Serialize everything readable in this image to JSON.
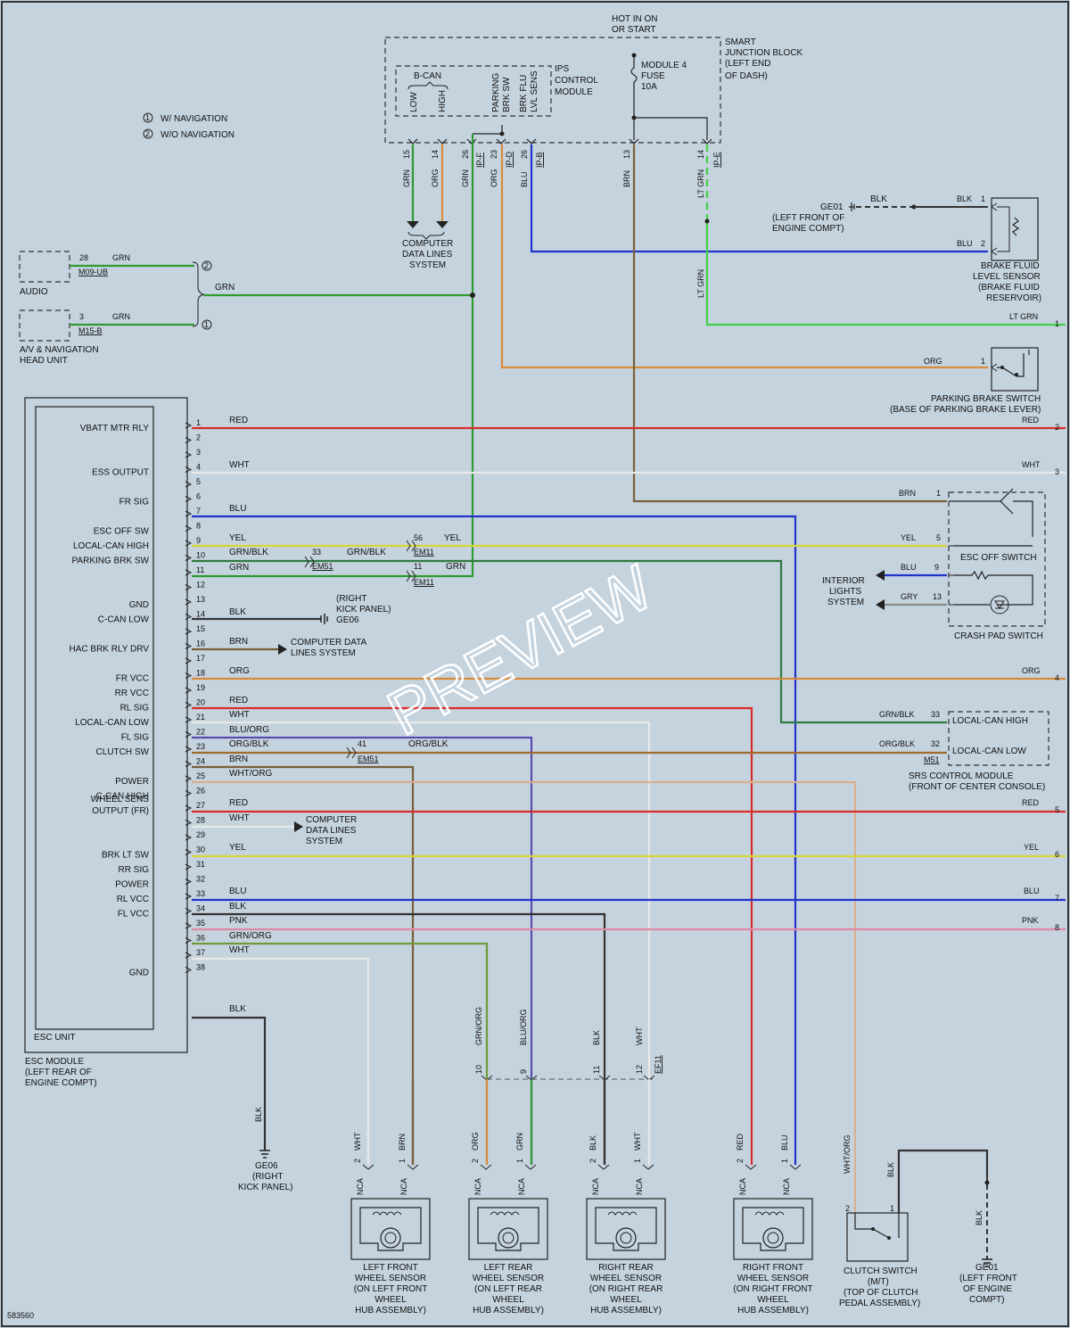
{
  "doc_id": "583560",
  "watermark": "PREVIEW",
  "legend": [
    {
      "num": "1",
      "text": "W/ NAVIGATION"
    },
    {
      "num": "2",
      "text": "W/O NAVIGATION"
    }
  ],
  "colors": {
    "RED": "#d92b2b",
    "WHT": "#e8e8e8",
    "BLU": "#2233cc",
    "YEL": "#d6d63a",
    "GRN": "#2f9a2f",
    "LTGRN": "#44d044",
    "ORG": "#d98a3a",
    "BRN": "#7a5f3a",
    "BLK": "#333333",
    "PNK": "#e089a6",
    "GRY": "#888888",
    "GRNBLK": "#2f7a3f",
    "BLUORG": "#5a4bb0",
    "ORGBLK": "#a06a30",
    "WHTORG": "#d8b090",
    "GRNORG": "#6f9a3a"
  },
  "top": {
    "hot": "HOT IN ON",
    "start": "OR START",
    "sjb": [
      "SMART",
      "JUNCTION BLOCK",
      "(LEFT END",
      "OF DASH)"
    ],
    "module4": [
      "MODULE 4",
      "FUSE",
      "10A"
    ],
    "ips": [
      "IPS",
      "CONTROL",
      "MODULE"
    ],
    "bcan": "B-CAN",
    "low": "LOW",
    "high": "HIGH",
    "parking": [
      "PARKING",
      "BRK SW"
    ],
    "brkflu": [
      "BRK FLU",
      "LVL SENS"
    ],
    "cdls": [
      "COMPUTER",
      "DATA LINES",
      "SYSTEM"
    ]
  },
  "top_wires": [
    {
      "pin": "15",
      "color": "GRN"
    },
    {
      "pin": "14",
      "color": "ORG"
    },
    {
      "pin": "26",
      "color": "GRN"
    },
    {
      "pin": "23",
      "color": "ORG"
    },
    {
      "pin": "26",
      "color": "BLU"
    },
    {
      "pin": "13",
      "color": "BRN"
    },
    {
      "pin": "14",
      "color": "LT GRN"
    }
  ],
  "ip_conn": [
    "IP-F",
    "IP-D",
    "IP-B",
    "IP-E"
  ],
  "ge01_top": [
    "GE01",
    "(LEFT FRONT OF",
    "ENGINE COMPT)"
  ],
  "brake_fluid": [
    "BRAKE FLUID",
    "LEVEL SENSOR",
    "(BRAKE FLUID",
    "RESERVOIR)"
  ],
  "audio": {
    "label": "AUDIO",
    "pin": "28",
    "conn": "M09-UB",
    "color": "GRN",
    "mark": "2"
  },
  "av": {
    "label": [
      "A/V & NAVIGATION",
      "HEAD UNIT"
    ],
    "pin": "3",
    "conn": "M15-B",
    "color": "GRN",
    "mark": "1"
  },
  "grn_bus": "GRN",
  "parking_brake_switch": [
    "PARKING BRAKE SWITCH",
    "(BASE OF PARKING BRAKE LEVER)"
  ],
  "right_wires": [
    {
      "color": "LT GRN",
      "num": "1"
    },
    {
      "color": "RED",
      "num": "2"
    },
    {
      "color": "WHT",
      "num": "3"
    },
    {
      "color": "ORG",
      "num": "4"
    },
    {
      "color": "RED",
      "num": "5"
    },
    {
      "color": "YEL",
      "num": "6"
    },
    {
      "color": "BLU",
      "num": "7"
    },
    {
      "color": "PNK",
      "num": "8"
    }
  ],
  "esc_pins": [
    {
      "pin": "1",
      "label": "VBATT MTR RLY",
      "color": "RED"
    },
    {
      "pin": "4",
      "label": "ESS OUTPUT",
      "color": "WHT"
    },
    {
      "pin": "6",
      "label": "FR SIG",
      "color": "BLU"
    },
    {
      "pin": "8",
      "label": "ESC OFF SW",
      "color": "YEL"
    },
    {
      "pin": "9",
      "label": "LOCAL-CAN HIGH",
      "color": "GRN/BLK"
    },
    {
      "pin": "10",
      "label": "PARKING BRK SW",
      "color": "GRN"
    },
    {
      "pin": "13",
      "label": "GND",
      "color": "BLK"
    },
    {
      "pin": "14",
      "label": "C-CAN LOW",
      "color": "BRN"
    },
    {
      "pin": "16",
      "label": "HAC BRK RLY DRV",
      "color": "ORG"
    },
    {
      "pin": "18",
      "label": "FR VCC",
      "color": "RED"
    },
    {
      "pin": "19",
      "label": "RR VCC",
      "color": "WHT"
    },
    {
      "pin": "20",
      "label": "RL SIG",
      "color": "BLU/ORG"
    },
    {
      "pin": "21",
      "label": "LOCAL-CAN LOW",
      "color": "ORG/BLK"
    },
    {
      "pin": "22",
      "label": "FL SIG",
      "color": "BRN"
    },
    {
      "pin": "23",
      "label": "CLUTCH SW",
      "color": "WHT/ORG"
    },
    {
      "pin": "25",
      "label": "POWER",
      "color": "RED"
    },
    {
      "pin": "26",
      "label": "C-CAN HIGH",
      "color": "WHT"
    },
    {
      "pin": "27",
      "label": "WHEEL SENS OUTPUT (FR)",
      "color": "YEL"
    },
    {
      "pin": "30",
      "label": "BRK LT SW",
      "color": "BLU"
    },
    {
      "pin": "31",
      "label": "RR SIG",
      "color": "BLK"
    },
    {
      "pin": "32",
      "label": "POWER",
      "color": "PNK"
    },
    {
      "pin": "33",
      "label": "RL VCC",
      "color": "GRN/ORG"
    },
    {
      "pin": "34",
      "label": "FL VCC",
      "color": "WHT"
    },
    {
      "pin": "38",
      "label": "GND",
      "color": "BLK"
    }
  ],
  "esc_unit": "ESC UNIT",
  "esc_module": [
    "ESC MODULE",
    "(LEFT REAR OF",
    "ENGINE COMPT)"
  ],
  "em": {
    "em11a": "EM11",
    "em11b": "EM11",
    "em51a": "EM51",
    "em51b": "EM51",
    "p56": "56",
    "p33": "33",
    "p11": "11",
    "p41": "41"
  },
  "right_kick": [
    "(RIGHT",
    "KICK PANEL)",
    "GE06"
  ],
  "cdls_14": [
    "COMPUTER DATA",
    "LINES SYSTEM"
  ],
  "cdls_26": [
    "COMPUTER",
    "DATA LINES",
    "SYSTEM"
  ],
  "esc_off_switch": "ESC OFF SWITCH",
  "interior": [
    "INTERIOR",
    "LIGHTS",
    "SYSTEM"
  ],
  "crash_pad": "CRASH PAD SWITCH",
  "srs": {
    "high": "LOCAL-CAN HIGH",
    "low": "LOCAL-CAN LOW",
    "conn": "M51",
    "name": [
      "SRS CONTROL MODULE",
      "(FRONT OF CENTER CONSOLE)"
    ]
  },
  "ef11": "EF11",
  "ge06_bottom": [
    "GE06",
    "(RIGHT",
    "KICK PANEL)"
  ],
  "sensors": [
    {
      "name": [
        "LEFT FRONT",
        "WHEEL SENSOR",
        "(ON LEFT FRONT",
        "WHEEL",
        "HUB ASSEMBLY)"
      ],
      "w2": "WHT",
      "w1": "BRN"
    },
    {
      "name": [
        "LEFT REAR",
        "WHEEL SENSOR",
        "(ON LEFT REAR",
        "WHEEL",
        "HUB ASSEMBLY)"
      ],
      "w2": "ORG",
      "w1": "GRN"
    },
    {
      "name": [
        "RIGHT REAR",
        "WHEEL SENSOR",
        "(ON RIGHT REAR",
        "WHEEL",
        "HUB ASSEMBLY)"
      ],
      "w2": "BLK",
      "w1": "WHT"
    },
    {
      "name": [
        "RIGHT FRONT",
        "WHEEL SENSOR",
        "(ON RIGHT FRONT",
        "WHEEL",
        "HUB ASSEMBLY)"
      ],
      "w2": "RED",
      "w1": "BLU"
    }
  ],
  "nca": "NCA",
  "mid_conn": [
    {
      "pin": "10",
      "color": "GRN/ORG"
    },
    {
      "pin": "9",
      "color": "BLU/ORG"
    },
    {
      "pin": "11",
      "color": "BLK"
    },
    {
      "pin": "12",
      "color": "WHT"
    }
  ],
  "clutch_switch": [
    "CLUTCH SWITCH",
    "(M/T)",
    "(TOP OF CLUTCH",
    "PEDAL ASSEMBLY)"
  ],
  "ge01_bottom": [
    "GE01",
    "(LEFT FRONT",
    "OF ENGINE",
    "COMPT)"
  ]
}
